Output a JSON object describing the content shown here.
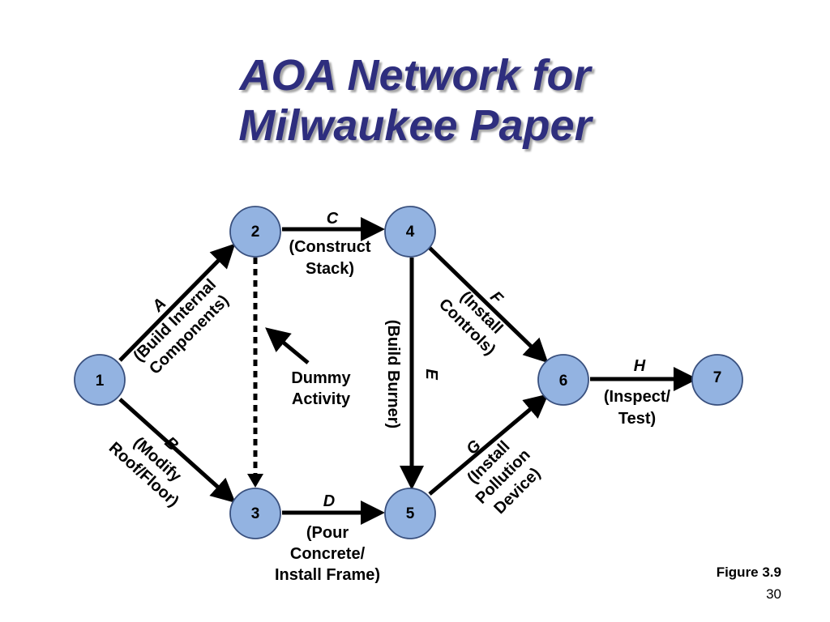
{
  "title": {
    "line1": "AOA Network for",
    "line2": "Milwaukee Paper"
  },
  "nodes": [
    "1",
    "2",
    "3",
    "4",
    "5",
    "6",
    "7"
  ],
  "activities": {
    "A": {
      "letter": "A",
      "desc1": "(Build Internal",
      "desc2": "Components)"
    },
    "B": {
      "letter": "B",
      "desc1": "(Modify",
      "desc2": "Roof/Floor)"
    },
    "C": {
      "letter": "C",
      "desc1": "(Construct",
      "desc2": "Stack)"
    },
    "D": {
      "letter": "D",
      "desc1": "(Pour",
      "desc2": "Concrete/",
      "desc3": "Install Frame)"
    },
    "E": {
      "letter": "E",
      "desc1": "(Build Burner)"
    },
    "F": {
      "letter": "F",
      "desc1": "(Install",
      "desc2": "Controls)"
    },
    "G": {
      "letter": "G",
      "desc1": "(Install",
      "desc2": "Pollution",
      "desc3": "Device)"
    },
    "H": {
      "letter": "H",
      "desc1": "(Inspect/",
      "desc2": "Test)"
    }
  },
  "dummy": {
    "line1": "Dummy",
    "line2": "Activity"
  },
  "figure_label": "Figure 3.9",
  "page_number": "30",
  "colors": {
    "title": "#2e2e7e",
    "node_fill": "#93b3e1",
    "node_stroke": "#39507e"
  }
}
